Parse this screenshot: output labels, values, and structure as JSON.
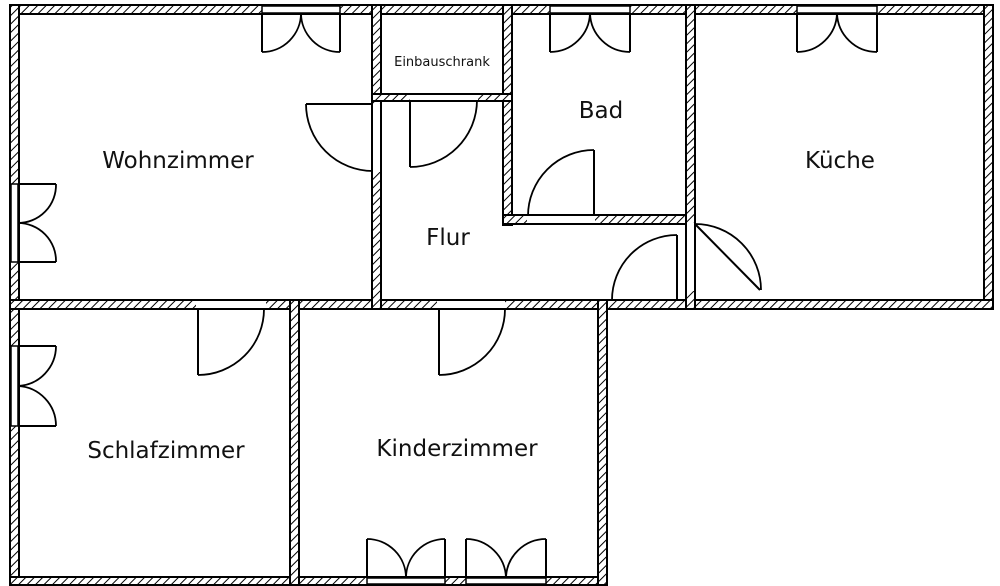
{
  "rooms": {
    "wohnzimmer": "Wohnzimmer",
    "einbauschrank": "Einbauschrank",
    "bad": "Bad",
    "kueche": "Küche",
    "flur": "Flur",
    "schlafzimmer": "Schlafzimmer",
    "kinderzimmer": "Kinderzimmer"
  },
  "colors": {
    "wall": "#000000",
    "background": "#ffffff"
  }
}
